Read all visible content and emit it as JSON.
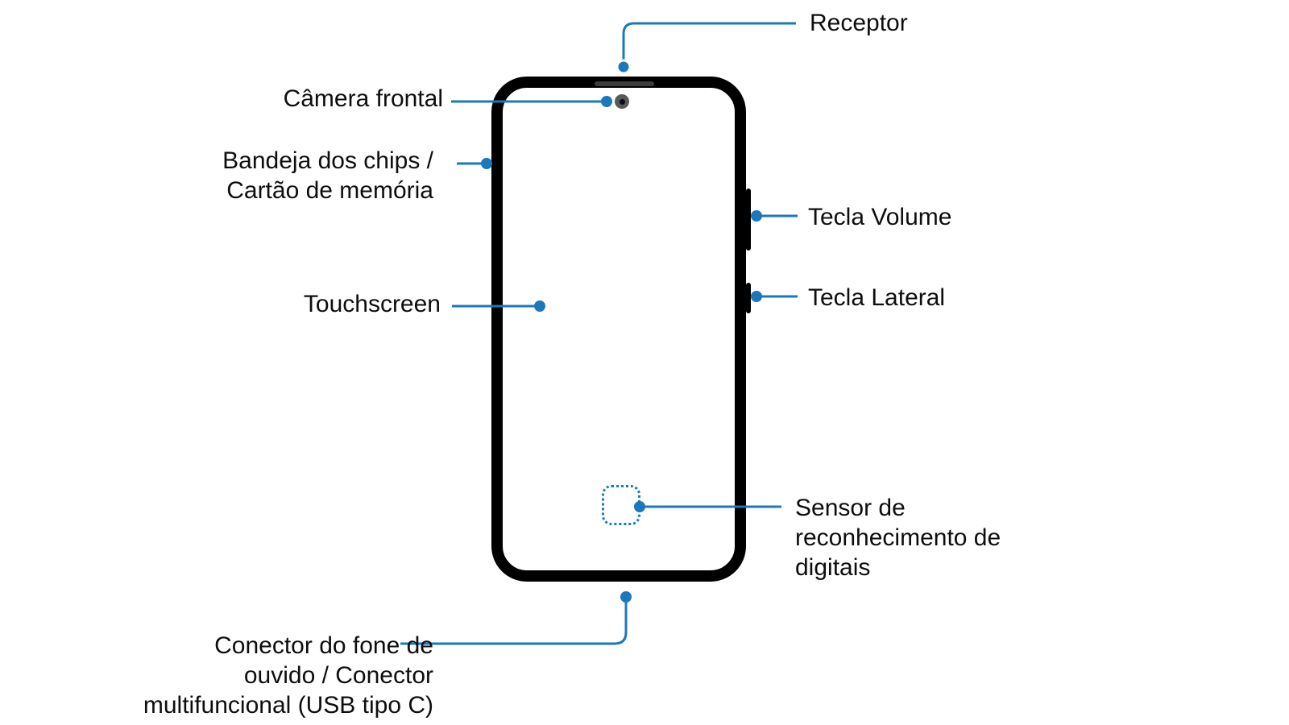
{
  "diagram": {
    "type": "phone-front-parts-diagram",
    "accent_color": "#1b78bd",
    "body_color": "#000000",
    "camera_color": "#58595b",
    "labels": {
      "receptor": "Receptor",
      "camera_frontal": "Câmera frontal",
      "bandeja_line1": "Bandeja dos chips /",
      "bandeja_line2": "Cartão de memória",
      "touchscreen": "Touchscreen",
      "tecla_volume": "Tecla Volume",
      "tecla_lateral": "Tecla Lateral",
      "sensor_line1": "Sensor de",
      "sensor_line2": "reconhecimento de",
      "sensor_line3": "digitais",
      "conector_line1": "Conector do fone de",
      "conector_line2": "ouvido / Conector",
      "conector_line3": "multifuncional (USB tipo C)"
    }
  }
}
